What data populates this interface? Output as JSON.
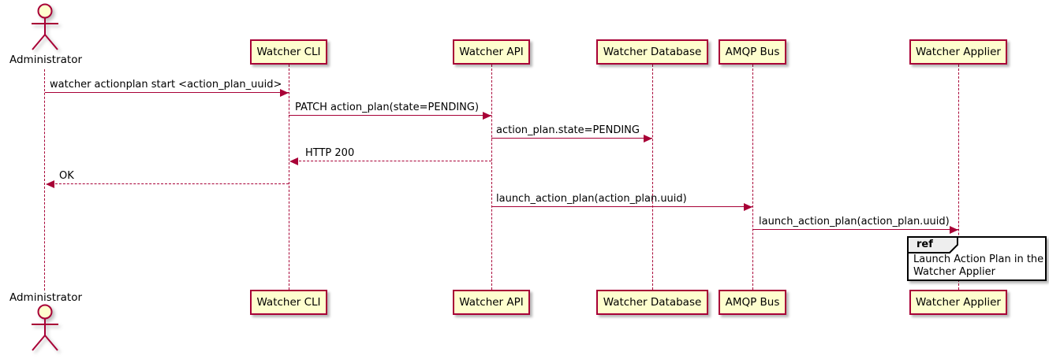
{
  "diagram": {
    "kind": "sequence-diagram",
    "actor": {
      "name": "Administrator"
    },
    "participants": [
      {
        "name": "Watcher CLI"
      },
      {
        "name": "Watcher API"
      },
      {
        "name": "Watcher Database"
      },
      {
        "name": "AMQP Bus"
      },
      {
        "name": "Watcher Applier"
      }
    ],
    "messages": [
      {
        "from": "Administrator",
        "to": "Watcher CLI",
        "style": "solid",
        "label": "watcher actionplan start <action_plan_uuid>"
      },
      {
        "from": "Watcher CLI",
        "to": "Watcher API",
        "style": "solid",
        "label": "PATCH action_plan(state=PENDING)"
      },
      {
        "from": "Watcher API",
        "to": "Watcher Database",
        "style": "solid",
        "label": "action_plan.state=PENDING"
      },
      {
        "from": "Watcher API",
        "to": "Watcher CLI",
        "style": "dashed",
        "label": "HTTP 200"
      },
      {
        "from": "Watcher CLI",
        "to": "Administrator",
        "style": "dashed",
        "label": "OK"
      },
      {
        "from": "Watcher API",
        "to": "AMQP Bus",
        "style": "solid",
        "label": "launch_action_plan(action_plan.uuid)"
      },
      {
        "from": "AMQP Bus",
        "to": "Watcher Applier",
        "style": "solid",
        "label": "launch_action_plan(action_plan.uuid)"
      }
    ],
    "ref": {
      "keyword": "ref",
      "over": "Watcher Applier",
      "line1": "Launch Action Plan in the",
      "line2": "Watcher Applier"
    },
    "colors": {
      "participant_fill": "#FEFECE",
      "stroke": "#A80036",
      "ref_header_fill": "#EEEEEE",
      "ref_border": "#000000",
      "text": "#000000"
    }
  }
}
